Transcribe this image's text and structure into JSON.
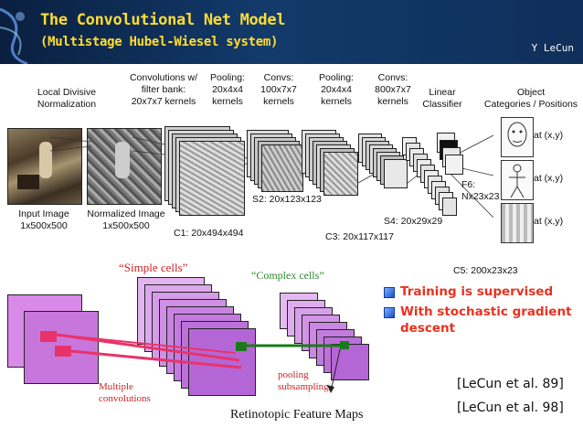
{
  "header": {
    "title": "The Convolutional Net Model",
    "subtitle": "(Multistage Hubel-Wiesel system)",
    "author": "Y LeCun"
  },
  "diagram": {
    "labels": {
      "lcn": "Local Divisive\nNormalization",
      "conv1": "Convolutions w/\nfilter bank:\n20x7x7 kernels",
      "pool1": "Pooling:\n20x4x4\nkernels",
      "conv2": "Convs:\n100x7x7\nkernels",
      "pool2": "Pooling:\n20x4x4\nkernels",
      "conv3": "Convs:\n800x7x7\nkernels",
      "linear": "Linear\nClassifier",
      "object": "Object\nCategories / Positions",
      "input": "Input Image\n1x500x500",
      "normalized": "Normalized Image\n1x500x500",
      "c1": "C1: 20x494x494",
      "s2": "S2: 20x123x123",
      "c3": "C3: 20x117x117",
      "s4": "S4: 20x29x29",
      "c5": "C5: 200x23x23",
      "f6": "F6:\nNx23x23",
      "out1": "at (x,y)",
      "out2": "at (x,y)",
      "out3": "at (x,y)"
    }
  },
  "lower": {
    "simple_cells": "“Simple cells”",
    "complex_cells": "“Complex cells”",
    "multiple": "Multiple\nconvolutions",
    "pooling": "pooling\nsubsampling",
    "retinotopic": "Retinotopic Feature Maps"
  },
  "bullets": [
    "Training is supervised",
    "With stochastic gradient descent"
  ],
  "refs": [
    "[LeCun et al. 89]",
    "[LeCun et al. 98]"
  ],
  "colors": {
    "title": "#ffdd33",
    "bullet_text": "#e8321f",
    "simple_label": "#cc2222",
    "complex_label": "#2a8a2a",
    "pink_line": "#e8336a",
    "green_line": "#1a7a1a",
    "map_fill": "#cc88ee"
  }
}
